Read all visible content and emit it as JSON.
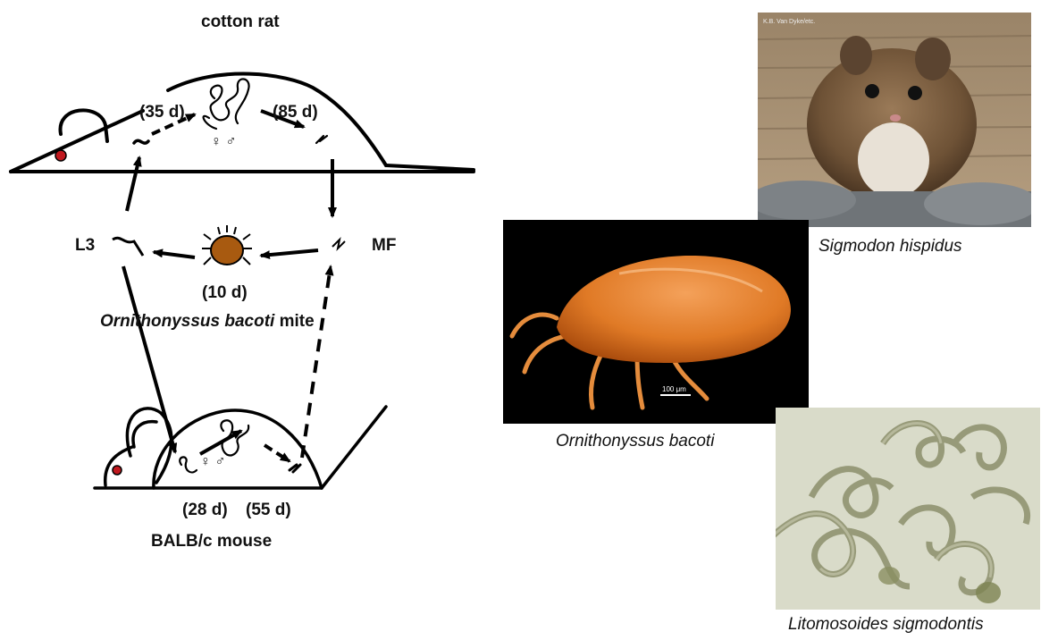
{
  "labels": {
    "cotton_rat": "cotton rat",
    "d35": "(35 d)",
    "d85": "(85 d)",
    "l3": "L3",
    "mf": "MF",
    "d10": "(10 d)",
    "mite_genus_species": "Ornithonyssus bacoti",
    "mite_word": " mite",
    "d28": "(28 d)",
    "d55": "(55 d)",
    "mouse": "BALB/c mouse"
  },
  "symbols": {
    "female": "♀",
    "male": "♂"
  },
  "captions": {
    "rat_photo": "Sigmodon hispidus",
    "mite_photo": "Ornithonyssus bacoti",
    "worm_photo": "Litomosoides sigmodontis"
  },
  "photo_text": {
    "scale_bar": "100 μm",
    "rat_credit": "K.B. Van Dyke/etc."
  }
}
